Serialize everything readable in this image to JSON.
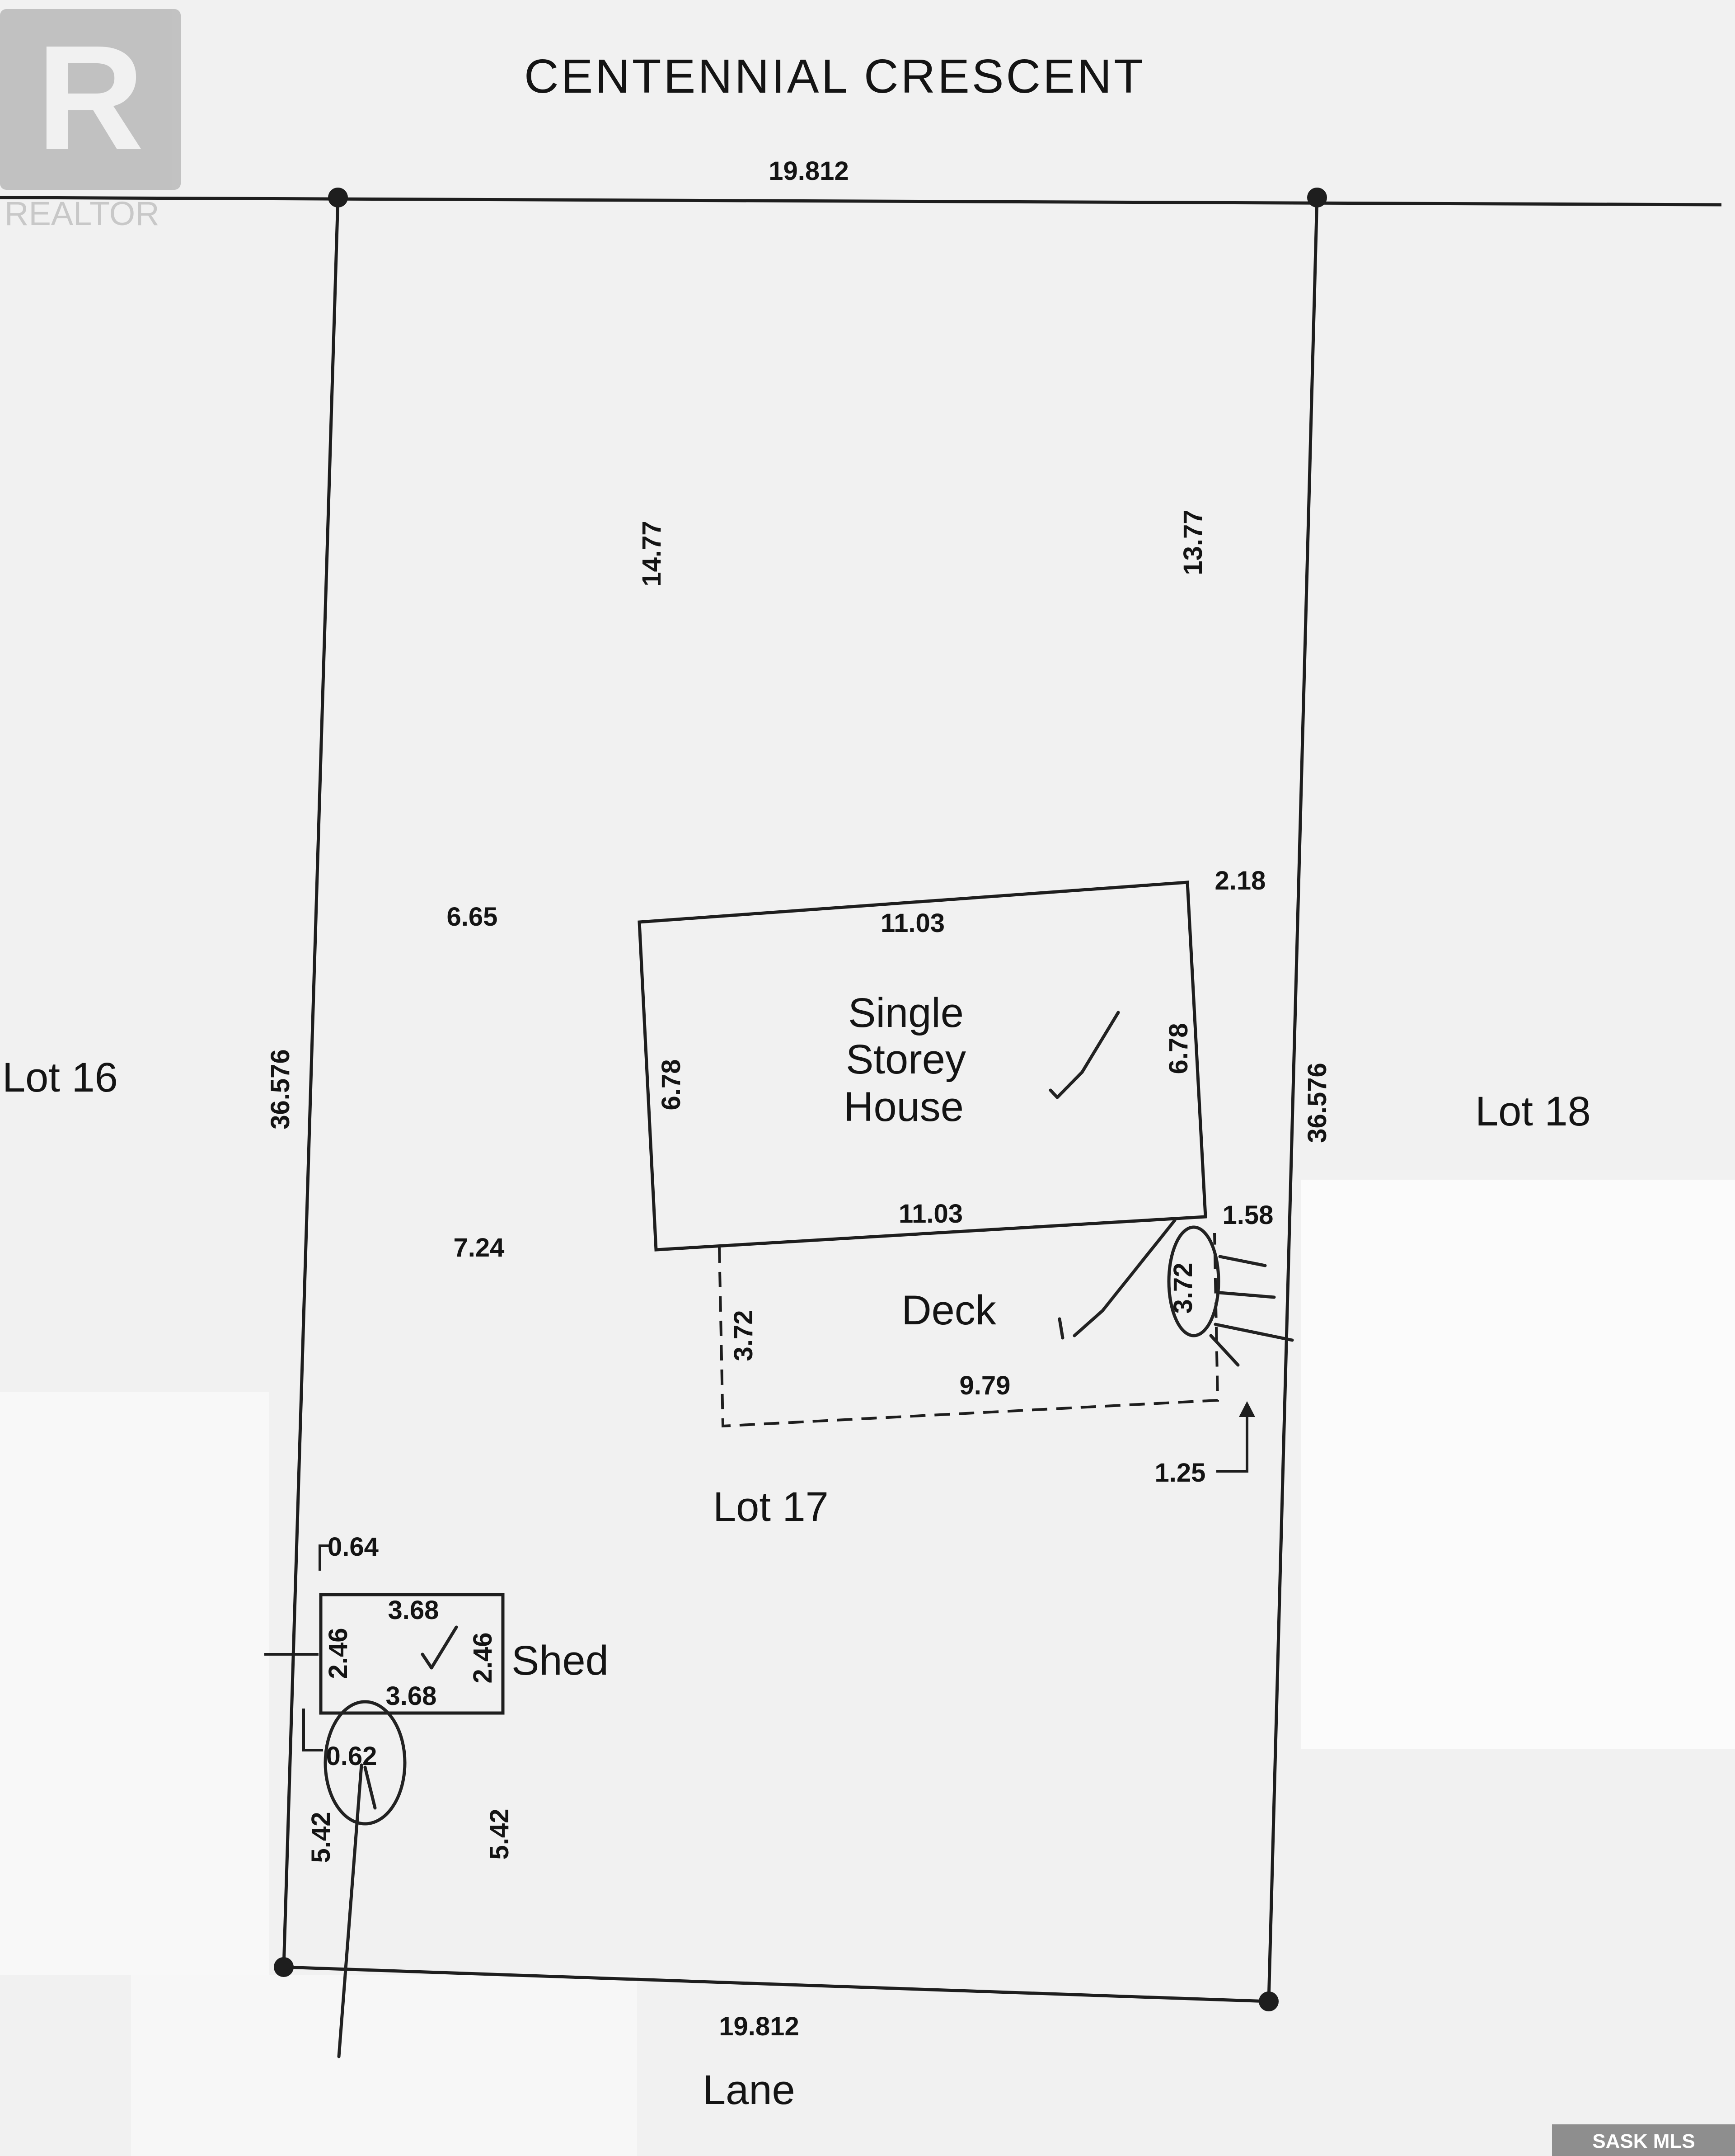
{
  "streets": {
    "top": "CENTENNIAL CRESCENT",
    "bottom": "Lane"
  },
  "lots": {
    "left": "Lot 16",
    "center": "Lot 17",
    "right": "Lot 18"
  },
  "property_lines": {
    "front": "19.812",
    "rear": "19.812",
    "left_side": "36.576",
    "right_side": "36.576"
  },
  "setbacks": {
    "front_left": "14.77",
    "front_right": "13.77",
    "house_left_top": "6.65",
    "house_right_top": "2.18",
    "house_left_bottom": "7.24",
    "house_right_bottom": "1.58",
    "deck_right": "1.25",
    "shed_top": "0.64",
    "shed_bottom": "0.62",
    "shed_rear_left": "5.42",
    "shed_rear_right": "5.42"
  },
  "house": {
    "label_line1": "Single",
    "label_line2": "Storey",
    "label_line3": "House",
    "width_top": "11.03",
    "width_bottom": "11.03",
    "depth_left": "6.78",
    "depth_right": "6.78"
  },
  "deck": {
    "label": "Deck",
    "width": "9.79",
    "depth_left": "3.72",
    "depth_right": "3.72"
  },
  "shed": {
    "label": "Shed",
    "width_top": "3.68",
    "width_bottom": "3.68",
    "depth_left": "2.46",
    "depth_right": "2.46"
  },
  "watermarks": {
    "top_left": "REALTOR",
    "bottom_right": "SASK MLS"
  },
  "colors": {
    "line": "#1e1e1e",
    "paper": "#f1f1f1",
    "patch": "#fbfbfb"
  }
}
